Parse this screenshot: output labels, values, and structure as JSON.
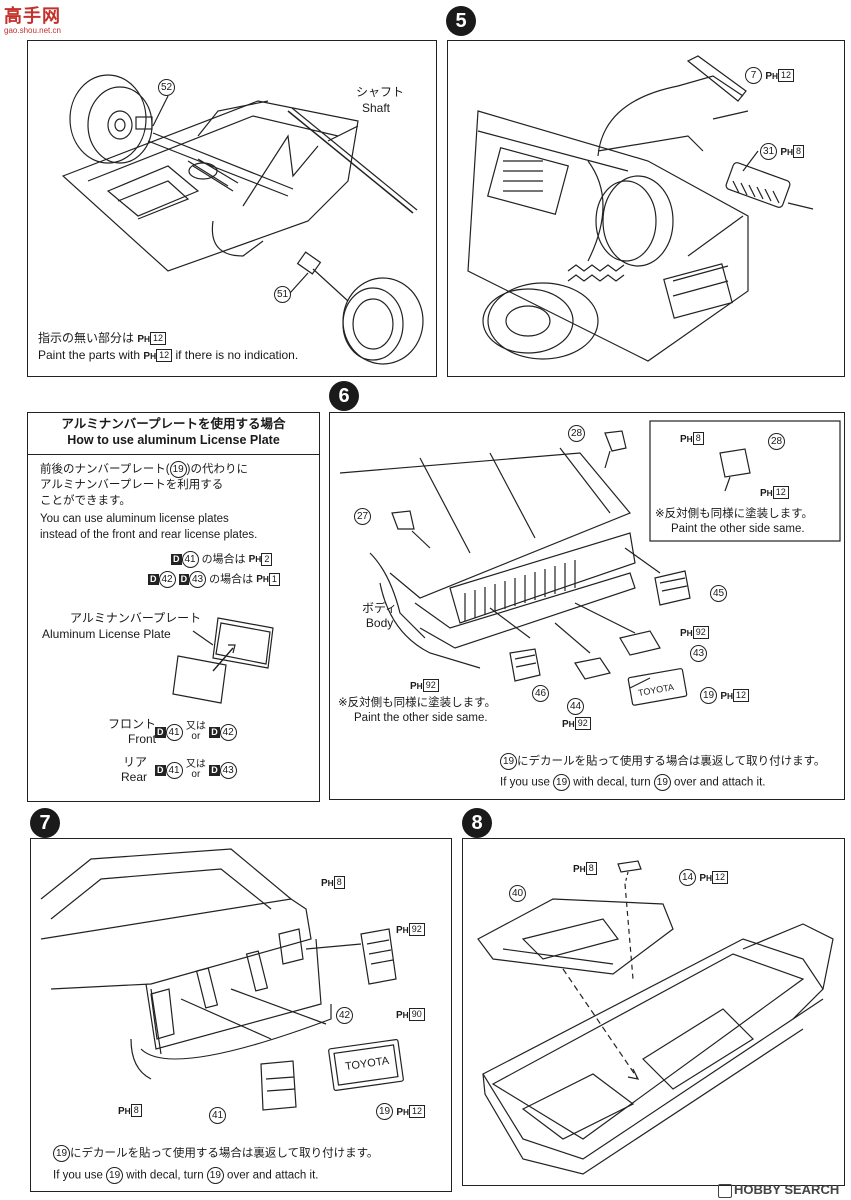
{
  "logo": {
    "main": "高手网",
    "sub": "gao.shou.net.cn"
  },
  "step5_label": "5",
  "step6_label": "6",
  "step7_label": "7",
  "step8_label": "8",
  "panel_a": {
    "shaft_jp": "シャフト",
    "shaft_en": "Shaft",
    "part_52": "52",
    "part_51": "51",
    "note_jp": "指示の無い部分は",
    "note_jp_color": "12",
    "note_en_1": "Paint the parts with",
    "note_en_color": "12",
    "note_en_2": "if there is no indication."
  },
  "panel5": {
    "part_7": "7",
    "color_7": "12",
    "part_31": "31",
    "color_31": "8"
  },
  "license": {
    "header_jp": "アルミナンバープレートを使用する場合",
    "header_en": "How to use aluminum License Plate",
    "desc_jp1": "前後のナンバープレート(",
    "desc_num": "19",
    "desc_jp1b": ")の代わりに",
    "desc_jp2": "アルミナンバープレートを利用する",
    "desc_jp3": "ことができます。",
    "desc_en1": "You can use aluminum license plates",
    "desc_en2": "instead of the front and rear license plates.",
    "row1_d": "D",
    "row1_n": "41",
    "row1_txt": "の場合は",
    "row1_color": "2",
    "row2_d1": "D",
    "row2_n1": "42",
    "row2_d2": "D",
    "row2_n2": "43",
    "row2_txt": "の場合は",
    "row2_color": "1",
    "plate_jp": "アルミナンバープレート",
    "plate_en": "Aluminum License Plate",
    "front_jp": "フロント",
    "front_en": "Front",
    "front_d1": "D",
    "front_n1": "41",
    "front_or_jp": "又は",
    "front_or_en": "or",
    "front_d2": "D",
    "front_n2": "42",
    "rear_jp": "リア",
    "rear_en": "Rear",
    "rear_d1": "D",
    "rear_n1": "41",
    "rear_or_jp": "又は",
    "rear_or_en": "or",
    "rear_d2": "D",
    "rear_n2": "43"
  },
  "panel6": {
    "part_28": "28",
    "part_27": "27",
    "part_45": "45",
    "part_43": "43",
    "part_46": "46",
    "part_44": "44",
    "part_19": "19",
    "inset_color_8": "8",
    "inset_28": "28",
    "inset_color_12": "12",
    "inset_jp": "※反対側も同様に塗装します。",
    "inset_en": "Paint the other side same.",
    "body_jp": "ボディ",
    "body_en": "Body",
    "color_92a": "92",
    "color_92b": "92",
    "color_92c": "92",
    "color_12": "12",
    "other_jp": "※反対側も同様に塗装します。",
    "other_en": "Paint the other side same.",
    "plate_text": "TOYOTA",
    "decal_num": "19",
    "decal_jp": "にデカールを貼って使用する場合は裏返して取り付けます。",
    "decal_en_1": "If you use",
    "decal_en_2": "with decal, turn",
    "decal_en_3": "over and attach it."
  },
  "panel7": {
    "color_8a": "8",
    "color_92": "92",
    "part_42": "42",
    "color_90": "90",
    "color_8b": "8",
    "part_41": "41",
    "part_19": "19",
    "color_12": "12",
    "plate_text": "TOYOTA",
    "decal_num": "19",
    "decal_jp": "にデカールを貼って使用する場合は裏返して取り付けます。",
    "decal_en_1": "If you use",
    "decal_en_2": "with decal, turn",
    "decal_en_3": "over and attach it."
  },
  "panel8": {
    "color_8": "8",
    "part_14": "14",
    "color_12": "12",
    "part_40": "40"
  },
  "watermark": {
    "brand": "HOBBY SEARCH"
  }
}
